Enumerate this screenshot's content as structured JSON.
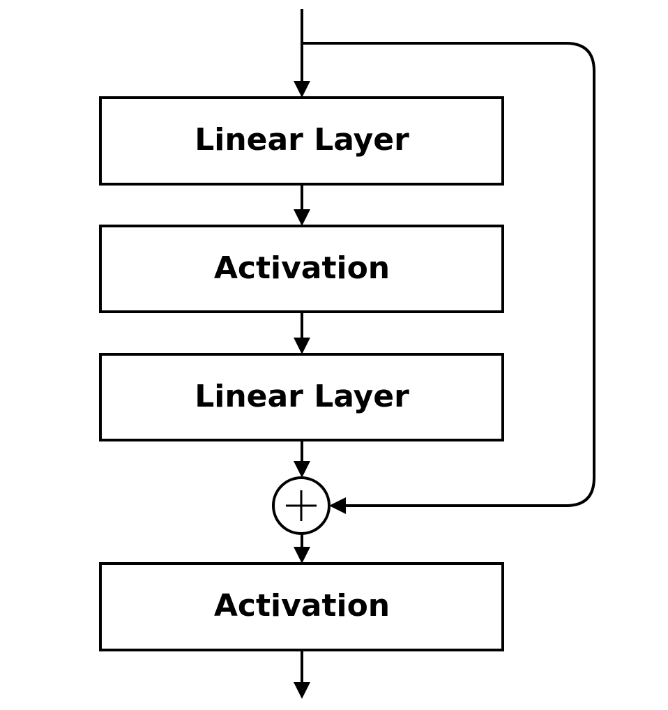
{
  "diagram": {
    "blocks": [
      {
        "id": "linear-1",
        "label": "Linear Layer"
      },
      {
        "id": "activation-1",
        "label": "Activation"
      },
      {
        "id": "linear-2",
        "label": "Linear Layer"
      },
      {
        "id": "activation-2",
        "label": "Activation"
      }
    ],
    "add_node": {
      "symbol": "+"
    },
    "colors": {
      "stroke": "#000000",
      "fill": "#ffffff"
    }
  }
}
